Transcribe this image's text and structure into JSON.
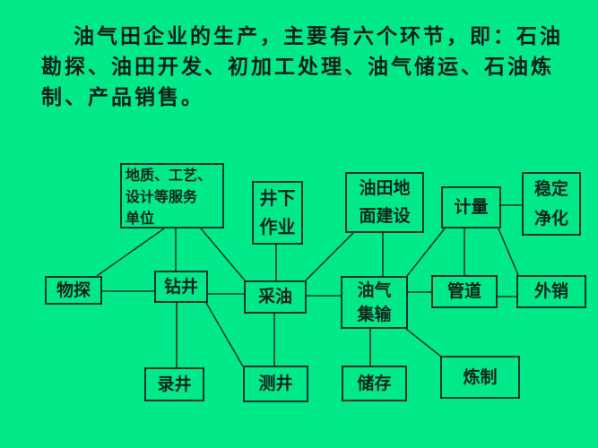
{
  "page": {
    "background_color": "#02e98a",
    "ink_color": "#17342a"
  },
  "title": {
    "text": "油气田企业的生产，主要有六个环节，即：石油勘探、油田开发、初加工处理、油气储运、石油炼制、产品销售。"
  },
  "diagram": {
    "nodes": [
      {
        "id": "service-units",
        "label": "地质、工艺、\n设计等服务\n单位"
      },
      {
        "id": "downhole-operations",
        "label": "井下\n作业"
      },
      {
        "id": "oilfield-surface-construction",
        "label": "油田地\n面建设"
      },
      {
        "id": "metering",
        "label": "计量"
      },
      {
        "id": "stabilization-purification",
        "label": "稳定\n净化"
      },
      {
        "id": "geophysical-exploration",
        "label": "物探"
      },
      {
        "id": "drilling",
        "label": "钻井"
      },
      {
        "id": "oil-production",
        "label": "采油"
      },
      {
        "id": "oil-gas-gathering",
        "label": "油气\n集输"
      },
      {
        "id": "pipeline",
        "label": "管道"
      },
      {
        "id": "export-sales",
        "label": "外销"
      },
      {
        "id": "mud-logging",
        "label": "录井"
      },
      {
        "id": "well-logging",
        "label": "测井"
      },
      {
        "id": "storage",
        "label": "储存"
      },
      {
        "id": "refining",
        "label": "炼制"
      }
    ],
    "edges": [
      {
        "from": "service-units",
        "to": "geophysical-exploration"
      },
      {
        "from": "service-units",
        "to": "drilling"
      },
      {
        "from": "service-units",
        "to": "oil-production"
      },
      {
        "from": "geophysical-exploration",
        "to": "drilling"
      },
      {
        "from": "drilling",
        "to": "oil-production"
      },
      {
        "from": "drilling",
        "to": "mud-logging"
      },
      {
        "from": "drilling",
        "to": "well-logging"
      },
      {
        "from": "downhole-operations",
        "to": "oil-production"
      },
      {
        "from": "oil-production",
        "to": "well-logging"
      },
      {
        "from": "oil-production",
        "to": "oil-gas-gathering"
      },
      {
        "from": "oilfield-surface-construction",
        "to": "oil-production"
      },
      {
        "from": "oilfield-surface-construction",
        "to": "oil-gas-gathering"
      },
      {
        "from": "metering",
        "to": "oil-gas-gathering"
      },
      {
        "from": "metering",
        "to": "pipeline"
      },
      {
        "from": "metering",
        "to": "export-sales"
      },
      {
        "from": "metering",
        "to": "stabilization-purification"
      },
      {
        "from": "oil-gas-gathering",
        "to": "pipeline"
      },
      {
        "from": "pipeline",
        "to": "export-sales"
      },
      {
        "from": "oil-gas-gathering",
        "to": "storage"
      },
      {
        "from": "oil-gas-gathering",
        "to": "refining"
      }
    ]
  }
}
